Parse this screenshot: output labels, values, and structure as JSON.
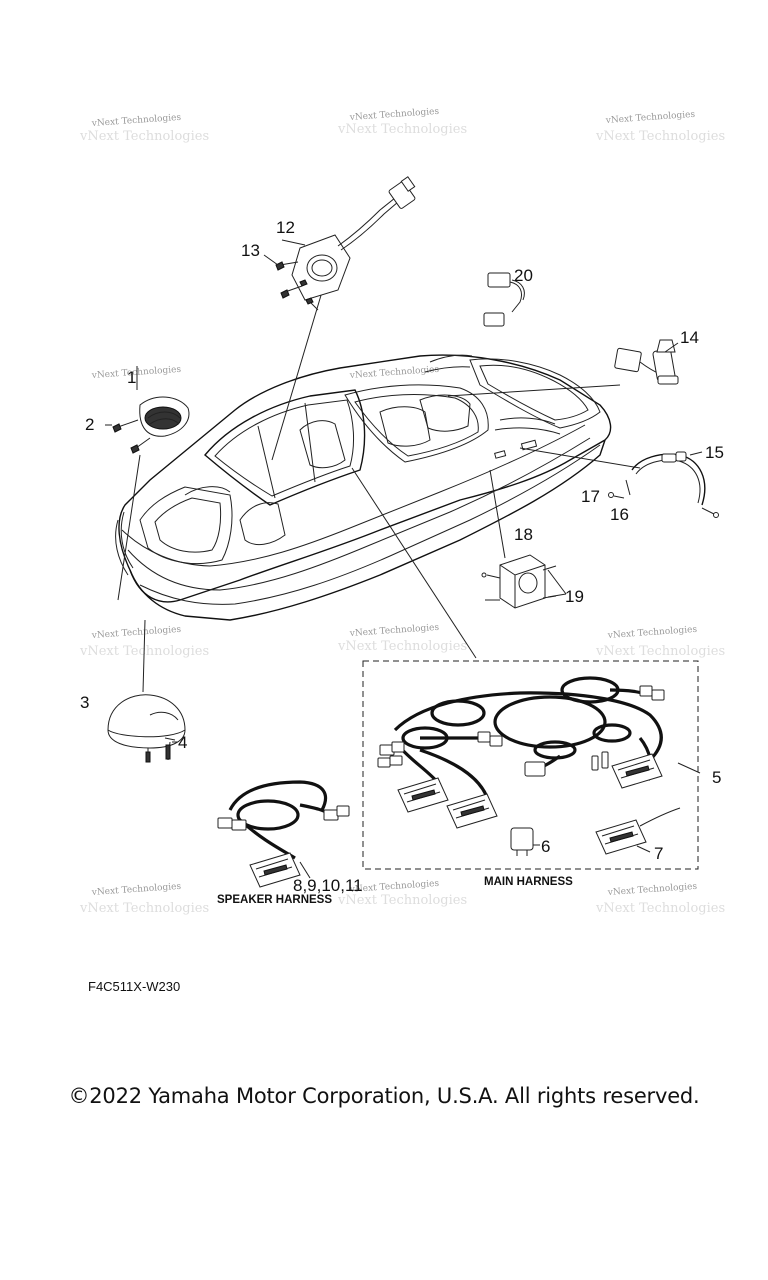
{
  "watermark": {
    "text": "vNext Technologies"
  },
  "callouts": [
    "1",
    "2",
    "3",
    "4",
    "5",
    "6",
    "7",
    "8,9,10,11",
    "12",
    "13",
    "14",
    "15",
    "16",
    "17",
    "18",
    "19",
    "20"
  ],
  "labels": {
    "main_harness": "MAIN HARNESS",
    "speaker_harness": "SPEAKER HARNESS"
  },
  "diagram_code": "F4C511X-W230",
  "copyright": "©2022 Yamaha Motor Corporation, U.S.A. All rights reserved.",
  "colors": {
    "line": "#222222",
    "watermark": "#999999",
    "background": "#ffffff"
  }
}
